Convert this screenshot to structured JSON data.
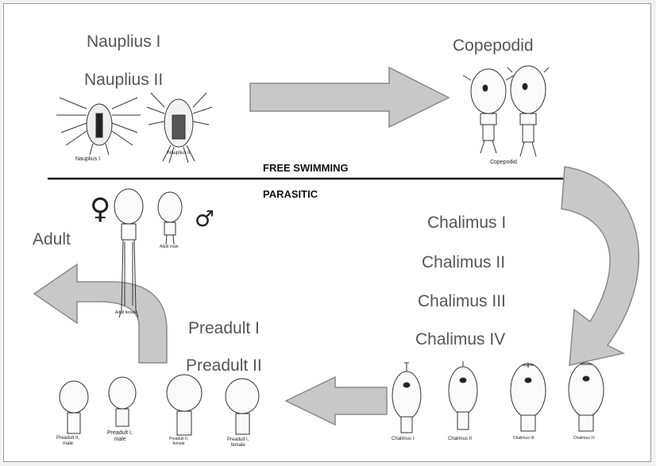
{
  "stages": {
    "nauplius_1": "Nauplius I",
    "nauplius_2": "Nauplius II",
    "copepodid": "Copepodid",
    "chalimus_1": "Chalimus I",
    "chalimus_2": "Chalimus II",
    "chalimus_3": "Chalimus III",
    "chalimus_4": "Chalimus IV",
    "preadult_1": "Preadult I",
    "preadult_2": "Preadult II",
    "adult": "Adult"
  },
  "zones": {
    "free_swimming": "FREE SWIMMING",
    "parasitic": "PARASITIC"
  },
  "symbols": {
    "female": "♀",
    "male": "♂"
  },
  "figure_captions": {
    "nauplius_1": "Nauplius I",
    "nauplius_2": "Nauplius II",
    "copepodid": "Copepodid",
    "adult_female": "Adult female",
    "adult_male": "Adult male",
    "chalimus_1": "Chalimus I",
    "chalimus_2": "Chalimus II",
    "chalimus_3": "Chalimus III",
    "chalimus_4": "Chalimus IV",
    "preadult_2_male": "Preadult II,\nmale",
    "preadult_1_male": "Preadult I,\nmale",
    "preadult_2_female": "Preadult II,\nfemale",
    "preadult_1_female": "Preadult I,\nfemale"
  },
  "colors": {
    "arrow_fill": "#c8c8c8",
    "arrow_stroke": "#8a8a8a",
    "divider": "#111111",
    "label_text": "#555555",
    "sketch": "#333333"
  }
}
